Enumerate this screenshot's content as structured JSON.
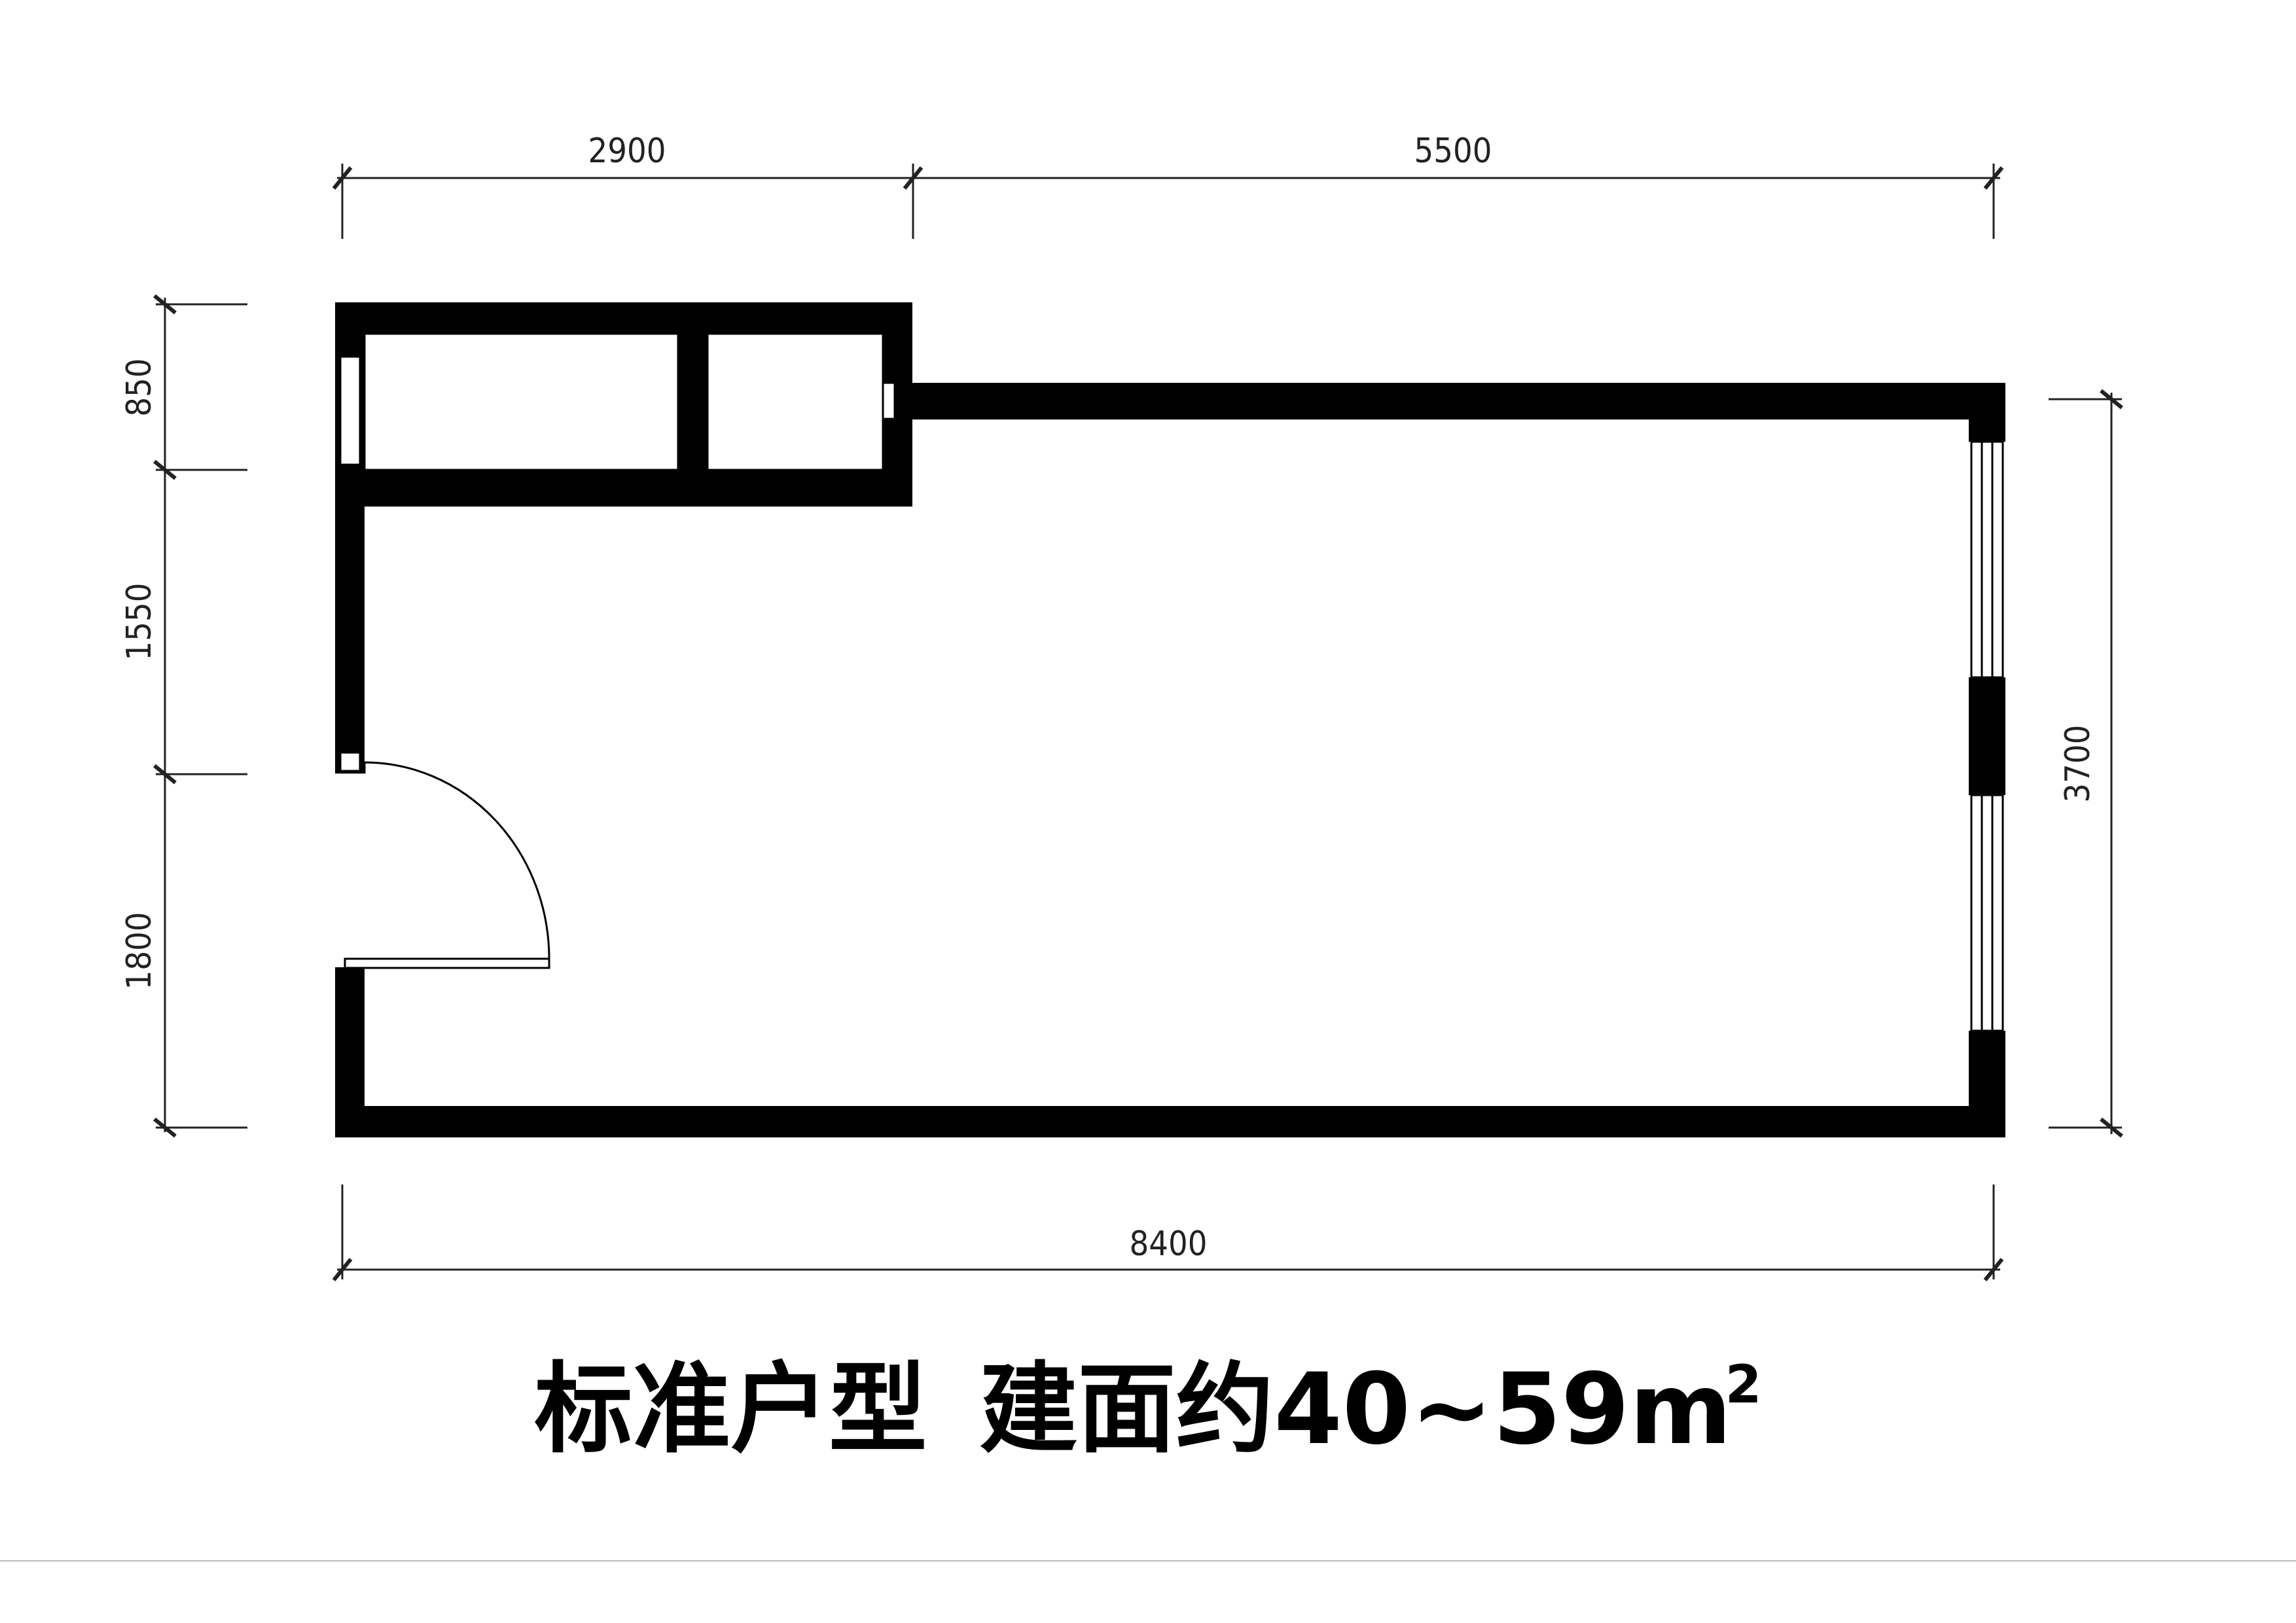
{
  "dimensions": {
    "top_left": "2900",
    "top_right": "5500",
    "bottom": "8400",
    "left_top": "850",
    "left_middle": "1550",
    "left_bottom": "1800",
    "right": "3700"
  },
  "caption": {
    "label": "标准户型",
    "area_prefix": "建面约40~59m",
    "area_unit_sup": "2"
  },
  "colors": {
    "wall": "#000000",
    "line": "#222222",
    "background": "#ffffff"
  }
}
